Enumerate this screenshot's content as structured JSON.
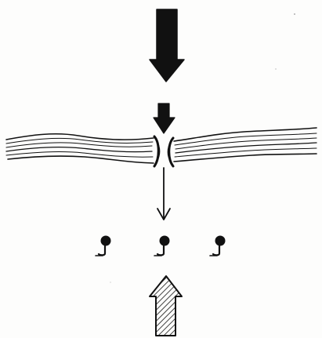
{
  "diagram": {
    "ink_color": "#111111",
    "background_color": "#fdfdfc",
    "elements": [
      {
        "name": "large-input-arrow",
        "direction": "down",
        "style": "solid"
      },
      {
        "name": "small-input-arrow",
        "direction": "down",
        "style": "solid"
      },
      {
        "name": "membrane",
        "style": "wavy-lines"
      },
      {
        "name": "membrane-pore",
        "style": "open-channel"
      },
      {
        "name": "transmitted-arrow",
        "direction": "down",
        "style": "thin"
      },
      {
        "name": "receptor-left",
        "style": "lollipop"
      },
      {
        "name": "receptor-middle",
        "style": "lollipop"
      },
      {
        "name": "receptor-right",
        "style": "lollipop"
      },
      {
        "name": "upward-arrow",
        "direction": "up",
        "style": "hatched-outline"
      }
    ]
  }
}
